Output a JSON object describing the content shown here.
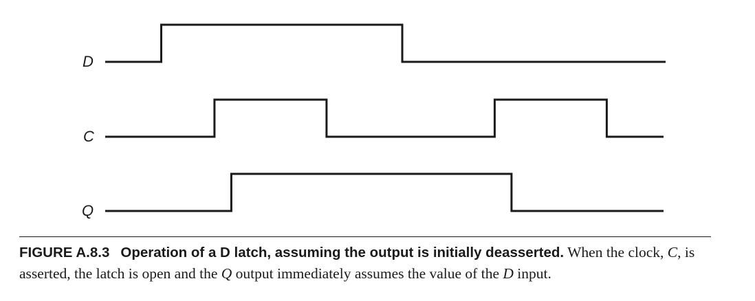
{
  "diagram": {
    "signals": [
      {
        "label": "D",
        "transitions": [
          0.1,
          0.53
        ],
        "initial": 0
      },
      {
        "label": "C",
        "transitions": [
          0.195,
          0.395,
          0.695,
          0.895
        ],
        "initial": 0
      },
      {
        "label": "Q",
        "transitions": [
          0.225,
          0.725
        ],
        "initial": 0
      }
    ]
  },
  "caption": {
    "number": "FIGURE A.8.3",
    "title": "Operation of a D latch, assuming the output is initially deasserted.",
    "body_1": " When the clock, ",
    "var_c": "C",
    "body_2": ", is asserted, the latch is open and the ",
    "var_q": "Q",
    "body_3": " output immediately assumes the value of the ",
    "var_d": "D",
    "body_4": " input."
  }
}
